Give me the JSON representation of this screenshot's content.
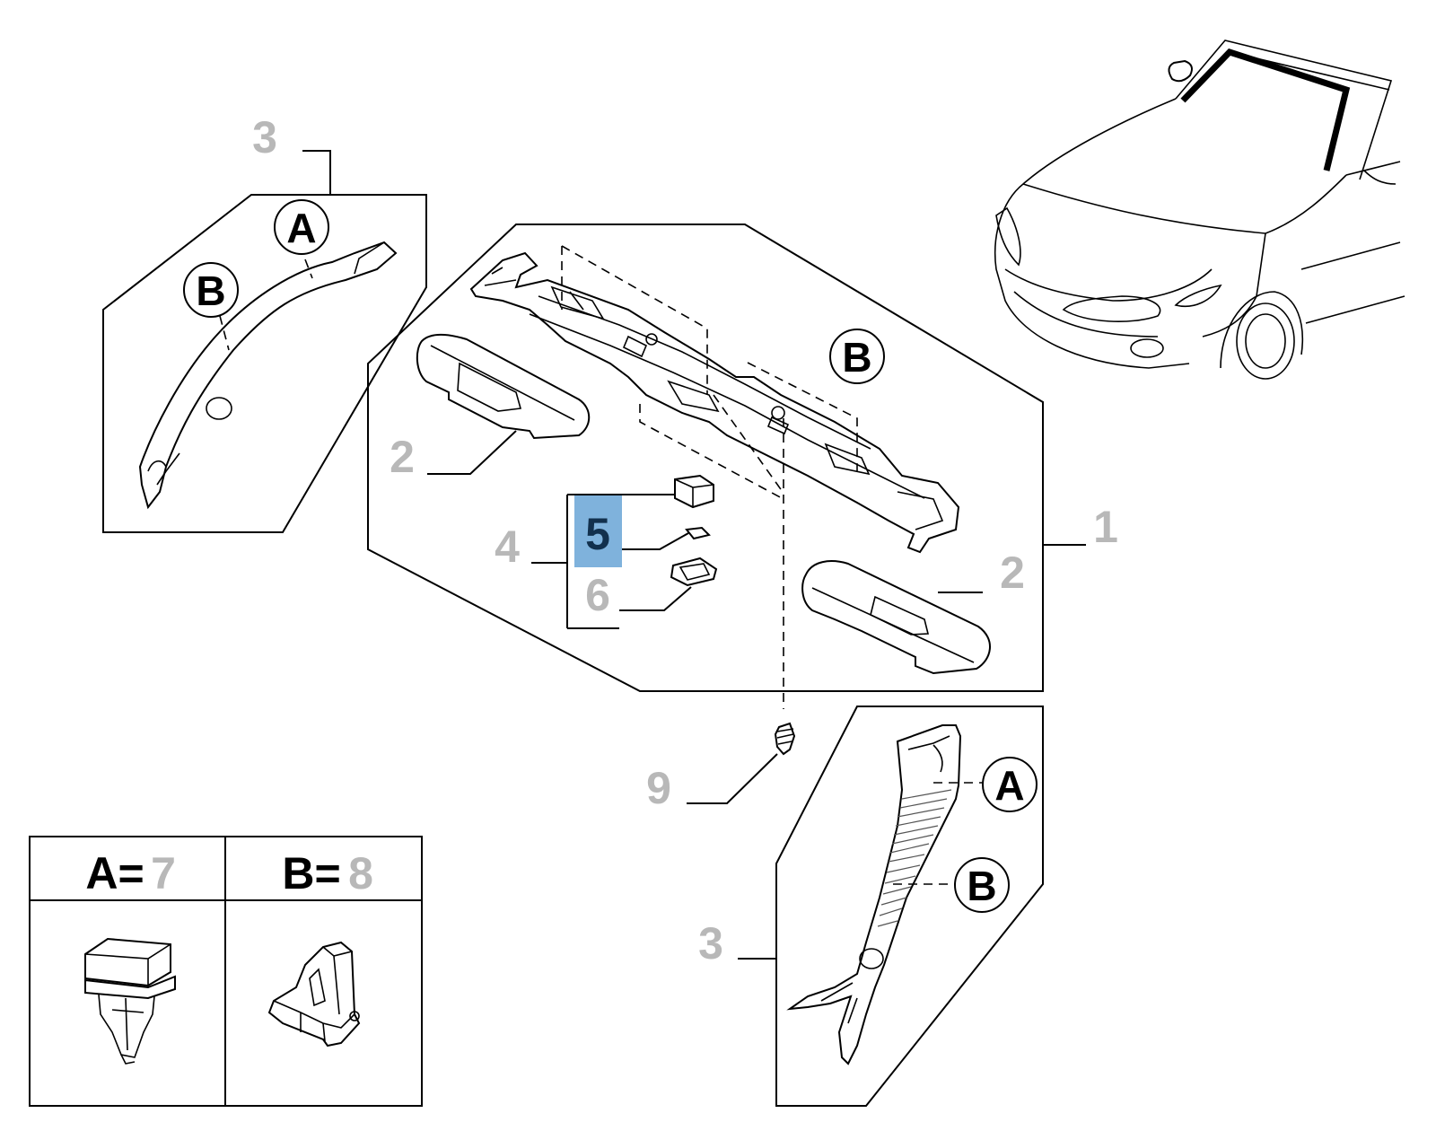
{
  "callouts": {
    "c1": "1",
    "c2_left": "2",
    "c2_right": "2",
    "c3_top": "3",
    "c3_bottom": "3",
    "c4": "4",
    "c5": "5",
    "c6": "6",
    "c9": "9"
  },
  "detail_letters": {
    "a_left": "A",
    "b_left": "B",
    "b_center": "B",
    "a_right": "A",
    "b_right": "B"
  },
  "legend": {
    "a_key": "A=",
    "a_value": "7",
    "b_key": "B=",
    "b_value": "8"
  },
  "colors": {
    "highlight": "#7fb2dc",
    "callout_gray": "#b8b8b8",
    "highlight_text": "#12304d"
  }
}
